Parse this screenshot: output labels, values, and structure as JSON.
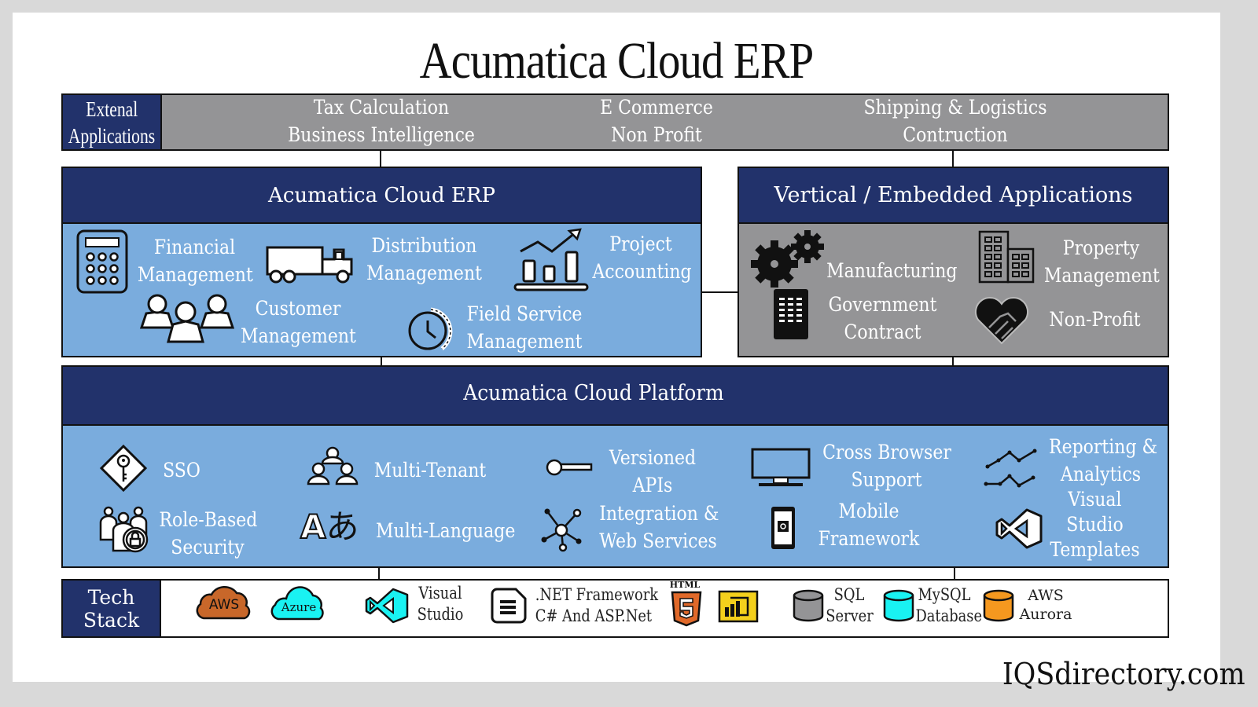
{
  "title": "Acumatica Cloud ERP",
  "external": {
    "label_line1": "Extenal",
    "label_line2": "Applications",
    "groups": [
      {
        "line1": "Tax Calculation",
        "line2": "Business Intelligence"
      },
      {
        "line1": "E Commerce",
        "line2": "Non Profit"
      },
      {
        "line1": "Shipping & Logistics",
        "line2": "Contruction"
      }
    ]
  },
  "erp": {
    "header": "Acumatica Cloud ERP",
    "modules": [
      {
        "icon": "calculator-icon",
        "line1": "Financial",
        "line2": "Management"
      },
      {
        "icon": "truck-icon",
        "line1": "Distribution",
        "line2": "Management"
      },
      {
        "icon": "growth-chart-icon",
        "line1": "Project",
        "line2": "Accounting"
      },
      {
        "icon": "people-icon",
        "line1": "Customer",
        "line2": "Management"
      },
      {
        "icon": "stopwatch-icon",
        "line1": "Field Service",
        "line2": "Management"
      }
    ]
  },
  "vertical": {
    "header": "Vertical / Embedded Applications",
    "modules": [
      {
        "icon": "gears-icon",
        "line1": "Manufacturing",
        "line2": ""
      },
      {
        "icon": "buildings-icon",
        "line1": "Property",
        "line2": "Management"
      },
      {
        "icon": "office-tower-icon",
        "line1": "Government",
        "line2": "Contract"
      },
      {
        "icon": "heart-handshake-icon",
        "line1": "Non-Profit",
        "line2": ""
      }
    ]
  },
  "platform": {
    "header": "Acumatica Cloud Platform",
    "features": [
      {
        "icon": "key-diamond-icon",
        "line1": "SSO",
        "line2": ""
      },
      {
        "icon": "network-people-icon",
        "line1": "Multi-Tenant",
        "line2": ""
      },
      {
        "icon": "api-pin-icon",
        "line1": "Versioned",
        "line2": "APIs"
      },
      {
        "icon": "monitor-icon",
        "line1": "Cross Browser",
        "line2": "Support"
      },
      {
        "icon": "line-charts-icon",
        "line1": "Reporting &",
        "line2": "Analytics"
      },
      {
        "icon": "user-lock-icon",
        "line1": "Role-Based",
        "line2": "Security"
      },
      {
        "icon": "language-icon",
        "line1": "Multi-Language",
        "line2": ""
      },
      {
        "icon": "integration-hub-icon",
        "line1": "Integration &",
        "line2": "Web Services"
      },
      {
        "icon": "mobile-phone-icon",
        "line1": "Mobile",
        "line2": "Framework"
      },
      {
        "icon": "visual-studio-icon",
        "line1": "Visual",
        "line2": "Studio",
        "line3": "Templates"
      }
    ]
  },
  "tech": {
    "label_line1": "Tech",
    "label_line2": "Stack",
    "items": [
      {
        "icon": "aws-cloud-icon",
        "badge": "AWS",
        "color": "#c8672a"
      },
      {
        "icon": "azure-cloud-icon",
        "badge": "Azure",
        "color": "#19f2f2"
      },
      {
        "icon": "visual-studio-icon",
        "line1": "Visual",
        "line2": "Studio",
        "color": "#19f2f2"
      },
      {
        "icon": "document-icon",
        "line1": ".NET Framework",
        "line2": "C# And ASP.Net"
      },
      {
        "icon": "html5-icon",
        "badge": "HTML",
        "color": "#e0692a"
      },
      {
        "icon": "power-bi-icon",
        "color": "#f4d01c"
      },
      {
        "icon": "database-icon",
        "line1": "SQL",
        "line2": "Server",
        "color": "#949496"
      },
      {
        "icon": "database-icon",
        "line1": "MySQL",
        "line2": "Database",
        "color": "#19f2f2"
      },
      {
        "icon": "database-icon",
        "line1": "AWS",
        "line2": "Aurora",
        "color": "#f5981f"
      }
    ]
  },
  "footer": {
    "brand": "IQSdirectory.com"
  },
  "colors": {
    "navy": "#22326b",
    "blue": "#7aacdd",
    "grey": "#949496"
  }
}
